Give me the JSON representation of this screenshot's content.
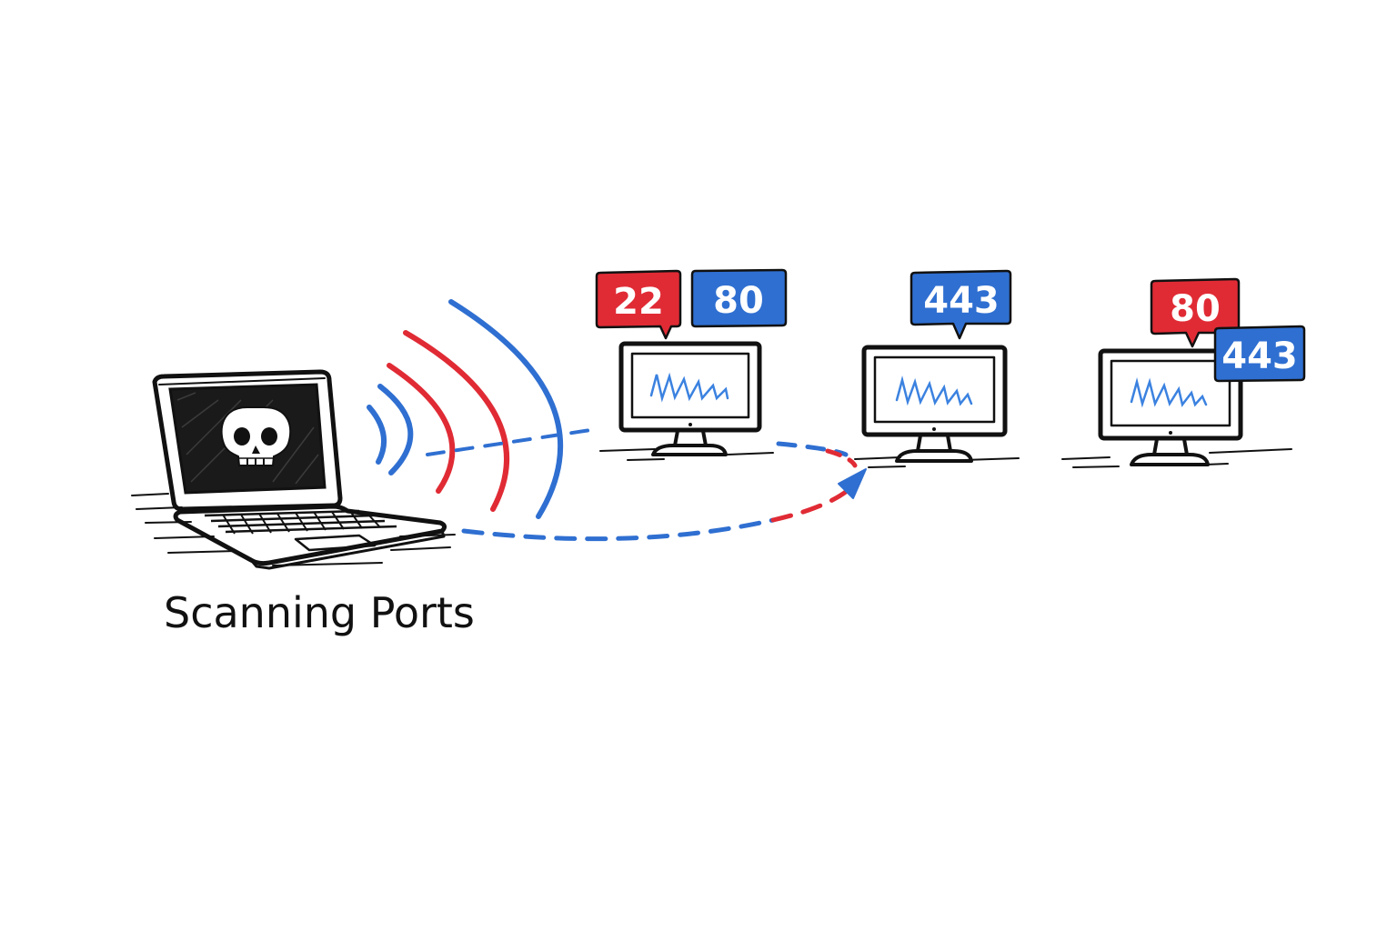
{
  "caption": "Scanning Ports",
  "colors": {
    "red": "#e02b35",
    "blue": "#2f6fd1",
    "ink": "#111111",
    "screen_scribble": "#3b82e0"
  },
  "attacker": {
    "icon": "skull-icon"
  },
  "servers": [
    {
      "ports": [
        {
          "label": "22",
          "color": "red"
        },
        {
          "label": "80",
          "color": "blue"
        }
      ]
    },
    {
      "ports": [
        {
          "label": "443",
          "color": "blue"
        }
      ]
    },
    {
      "ports": [
        {
          "label": "80",
          "color": "red"
        },
        {
          "label": "443",
          "color": "blue"
        }
      ]
    }
  ]
}
